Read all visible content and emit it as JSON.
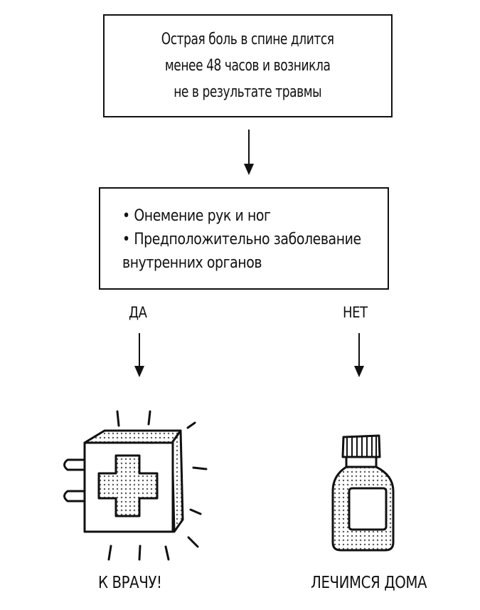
{
  "start_box": {
    "lines": [
      "Острая боль в спине длится",
      "менее 48 часов и возникла",
      "не в результате травмы"
    ]
  },
  "condition_box": {
    "lines": [
      "• Онемение рук и ног",
      "• Предположительно заболевание",
      "внутренних органов"
    ]
  },
  "branches": {
    "yes_label": "ДА",
    "no_label": "НЕТ"
  },
  "outcomes": {
    "doctor_label": "К ВРАЧУ!",
    "home_label": "ЛЕЧИМСЯ ДОМА"
  },
  "icons": {
    "doctor": "first-aid-kit-icon",
    "home": "medicine-bottle-icon"
  },
  "colors": {
    "ink": "#111111",
    "background": "#ffffff"
  }
}
